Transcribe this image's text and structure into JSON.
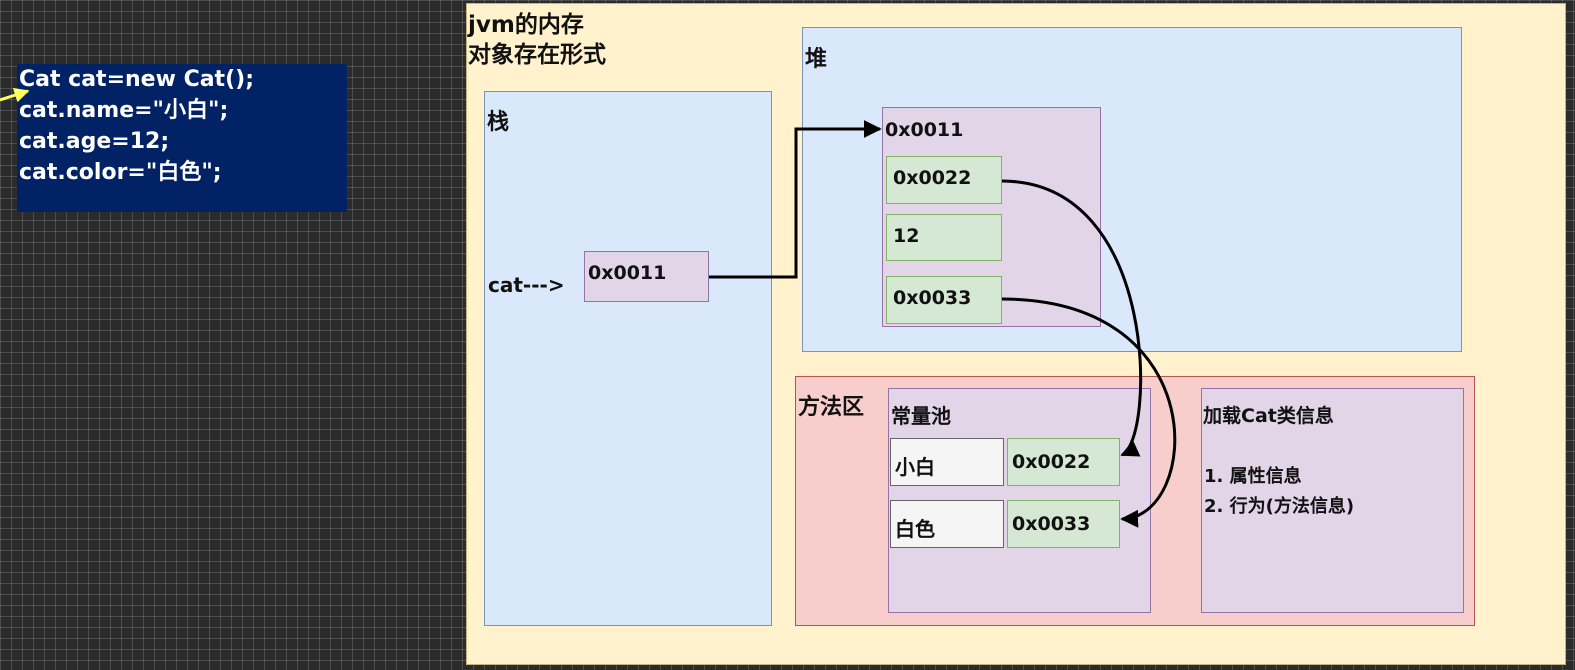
{
  "code": {
    "lines": [
      "Cat cat=new Cat();",
      "cat.name=\"小白\";",
      "cat.age=12;",
      "cat.color=\"白色\";"
    ]
  },
  "jvm": {
    "title_line1": "jvm的内存",
    "title_line2": "对象存在形式"
  },
  "stack": {
    "title": "栈",
    "variable_label": "cat--->",
    "cell_value": "0x0011"
  },
  "heap": {
    "title": "堆",
    "object_address": "0x0011",
    "fields": [
      "0x0022",
      "12",
      "0x0033"
    ]
  },
  "method_area": {
    "title": "方法区",
    "constant_pool": {
      "title": "常量池",
      "entries": [
        {
          "value": "小白",
          "address": "0x0022"
        },
        {
          "value": "白色",
          "address": "0x0033"
        }
      ]
    },
    "class_info": {
      "title": "加载Cat类信息",
      "items": [
        "1. 属性信息",
        "2. 行为(方法信息)"
      ]
    }
  },
  "colors": {
    "canvas": "#2b2b2b",
    "code_bg": "#022266",
    "jvm_bg": "#fff2cc",
    "stack_heap_bg": "#dae8fc",
    "purple_cell": "#e1d5e7",
    "green_cell": "#d5e8d4",
    "method_bg": "#f8cecc",
    "pointer_arrow": "#ffff66"
  }
}
